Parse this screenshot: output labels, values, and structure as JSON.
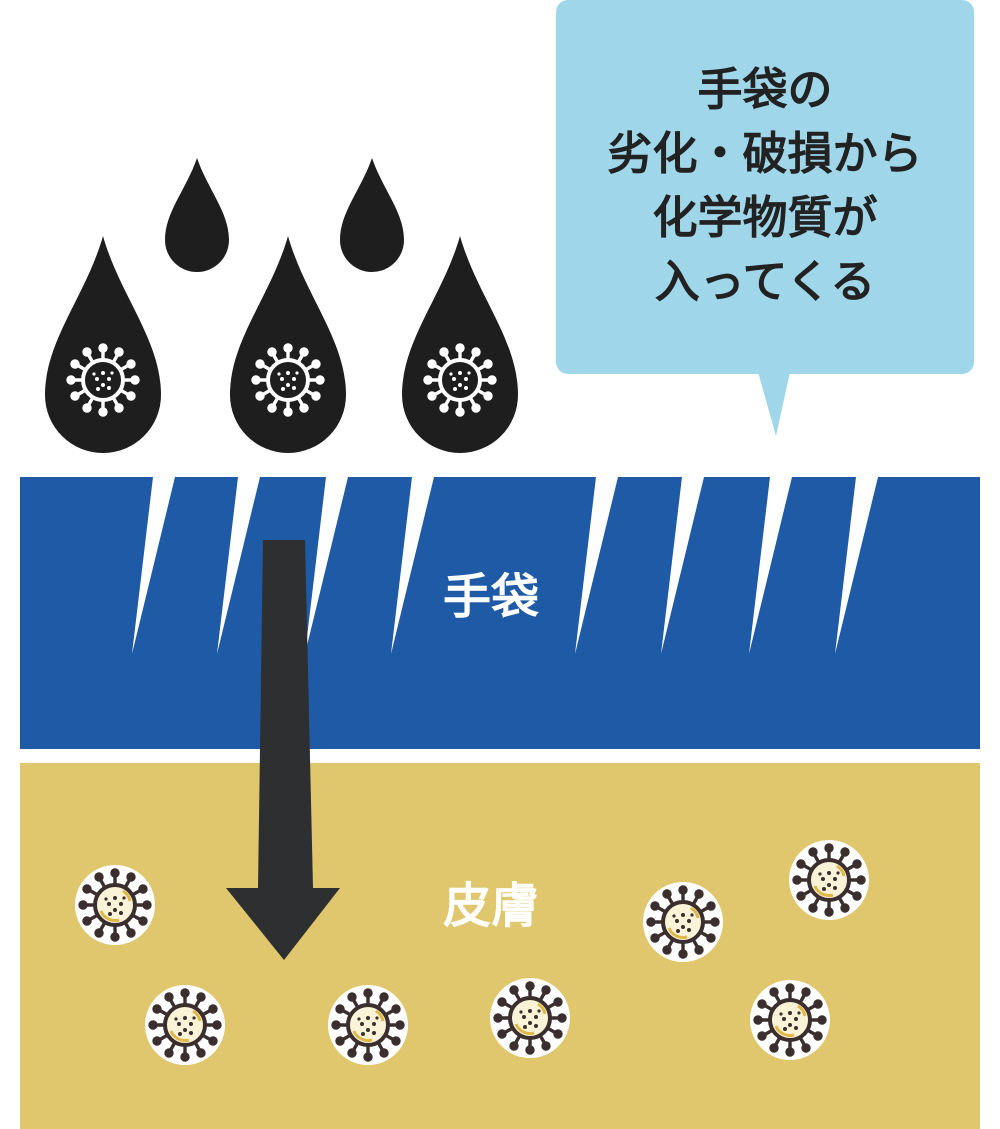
{
  "bubble": {
    "lines": [
      "手袋の",
      "劣化・破損から",
      "化学物質が",
      "入ってくる"
    ]
  },
  "layers": {
    "glove_label": "手袋",
    "skin_label": "皮膚"
  },
  "colors": {
    "glove": "#1f5aa6",
    "skin": "#e0c76e",
    "bubble": "#9fd6ea",
    "drop": "#1e1e1e",
    "arrow": "#2e2f30",
    "virus_dark": "#3a2e2e",
    "virus_accent": "#e0b846"
  },
  "icons": {
    "drop": "chemical-drop-icon",
    "virus": "virus-icon",
    "arrow": "arrow-down-icon"
  }
}
